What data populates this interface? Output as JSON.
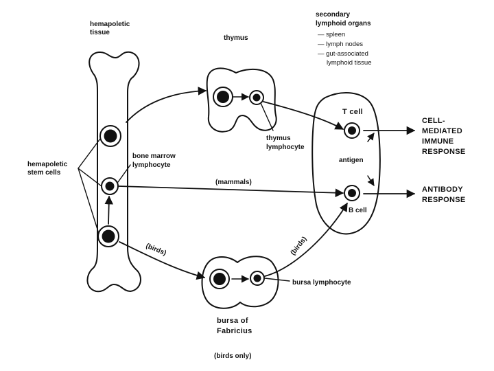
{
  "labels": {
    "hematopoietic_tissue": [
      "hemapoletic",
      "tissue"
    ],
    "thymus": "thymus",
    "secondary_lymphoid_organs": [
      "secondary",
      "lymphoid organs"
    ],
    "organ_list": [
      "— spleen",
      "— lymph nodes",
      "— gut-associated",
      "lymphoid tissue"
    ],
    "hematopoietic_stem_cells": [
      "hemapoletic",
      "stem cells"
    ],
    "bone_marrow_lymphocyte": [
      "bone marrow",
      "lymphocyte"
    ],
    "thymus_lymphocyte": [
      "thymus",
      "lymphocyte"
    ],
    "mammals": "(mammals)",
    "birds_left": "(birds)",
    "birds_right": "(birds)",
    "t_cell": "T cell",
    "antigen": "antigen",
    "b_cell": "B cell",
    "bursa_lymphocyte": "bursa lymphocyte",
    "bursa_of_fabricius": [
      "bursa of",
      "Fabricius"
    ],
    "birds_only": "(birds only)",
    "cell_mediated_response": [
      "CELL-",
      "MEDIATED",
      "IMMUNE",
      "RESPONSE"
    ],
    "antibody_response": [
      "ANTIBODY",
      "RESPONSE"
    ]
  },
  "colors": {
    "ink": "#111111",
    "background": "#ffffff"
  }
}
